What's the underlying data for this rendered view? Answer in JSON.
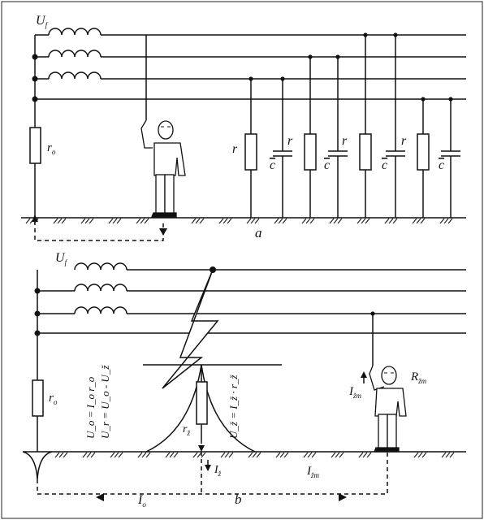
{
  "figure_a": {
    "panel_label": "a",
    "source_voltage": {
      "main": "U",
      "sub": "f"
    },
    "neutral_resistance": {
      "main": "r",
      "sub": "o"
    },
    "line_resistance_labels": [
      "r",
      "r",
      "r",
      "r"
    ],
    "line_capacitance_labels": [
      "c",
      "c",
      "c",
      "c"
    ]
  },
  "figure_b": {
    "panel_label": "b",
    "source_voltage": {
      "main": "U",
      "sub": "f"
    },
    "neutral_resistance": {
      "main": "r",
      "sub": "o"
    },
    "fault_resistance": {
      "main": "r",
      "sub": "ž"
    },
    "eq_neutral_voltage": "U_o = I_o r_o",
    "eq_person_voltage": "U_r = U_o - U_ž",
    "eq_fault_voltage": "U_ž = I_ž · r_ž",
    "fault_current": {
      "main": "I",
      "sub": "ž"
    },
    "return_current_neutral": {
      "main": "I",
      "sub": "o"
    },
    "return_current_person": {
      "main": "I",
      "sub": "žm"
    },
    "person_current": {
      "main": "I",
      "sub": "žm"
    },
    "person_resistance": {
      "main": "R",
      "sub": "žm"
    }
  },
  "colors": {
    "line": "#111111",
    "background": "#ffffff"
  }
}
